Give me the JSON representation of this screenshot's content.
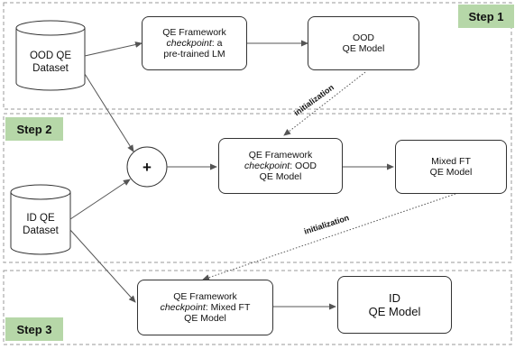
{
  "steps": {
    "step1": "Step 1",
    "step2": "Step 2",
    "step3": "Step 3"
  },
  "datasets": {
    "ood": {
      "line1": "OOD QE",
      "line2": "Dataset"
    },
    "id": {
      "line1": "ID QE",
      "line2": "Dataset"
    }
  },
  "boxes": {
    "framework1": {
      "line1": "QE Framework",
      "line2_italic": "checkpoint",
      "line2_rest": ": a",
      "line3": "pre-trained LM"
    },
    "ood_model": {
      "line1": "OOD",
      "line2": "QE Model"
    },
    "framework2": {
      "line1": "QE Framework",
      "line2_italic": "checkpoint",
      "line2_rest": ": OOD",
      "line3": "QE Model"
    },
    "mixed_model": {
      "line1": "Mixed FT",
      "line2": "QE Model"
    },
    "framework3": {
      "line1": "QE Framework",
      "line2_italic": "checkpoint",
      "line2_rest": ": Mixed FT",
      "line3": "QE Model"
    },
    "id_model": {
      "line1": "ID",
      "line2": "QE Model"
    }
  },
  "combine_symbol": "+",
  "init_labels": {
    "first": "initialization",
    "second": "initialization"
  },
  "colors": {
    "step_fill": "#b6d7a8",
    "line": "#555555"
  }
}
